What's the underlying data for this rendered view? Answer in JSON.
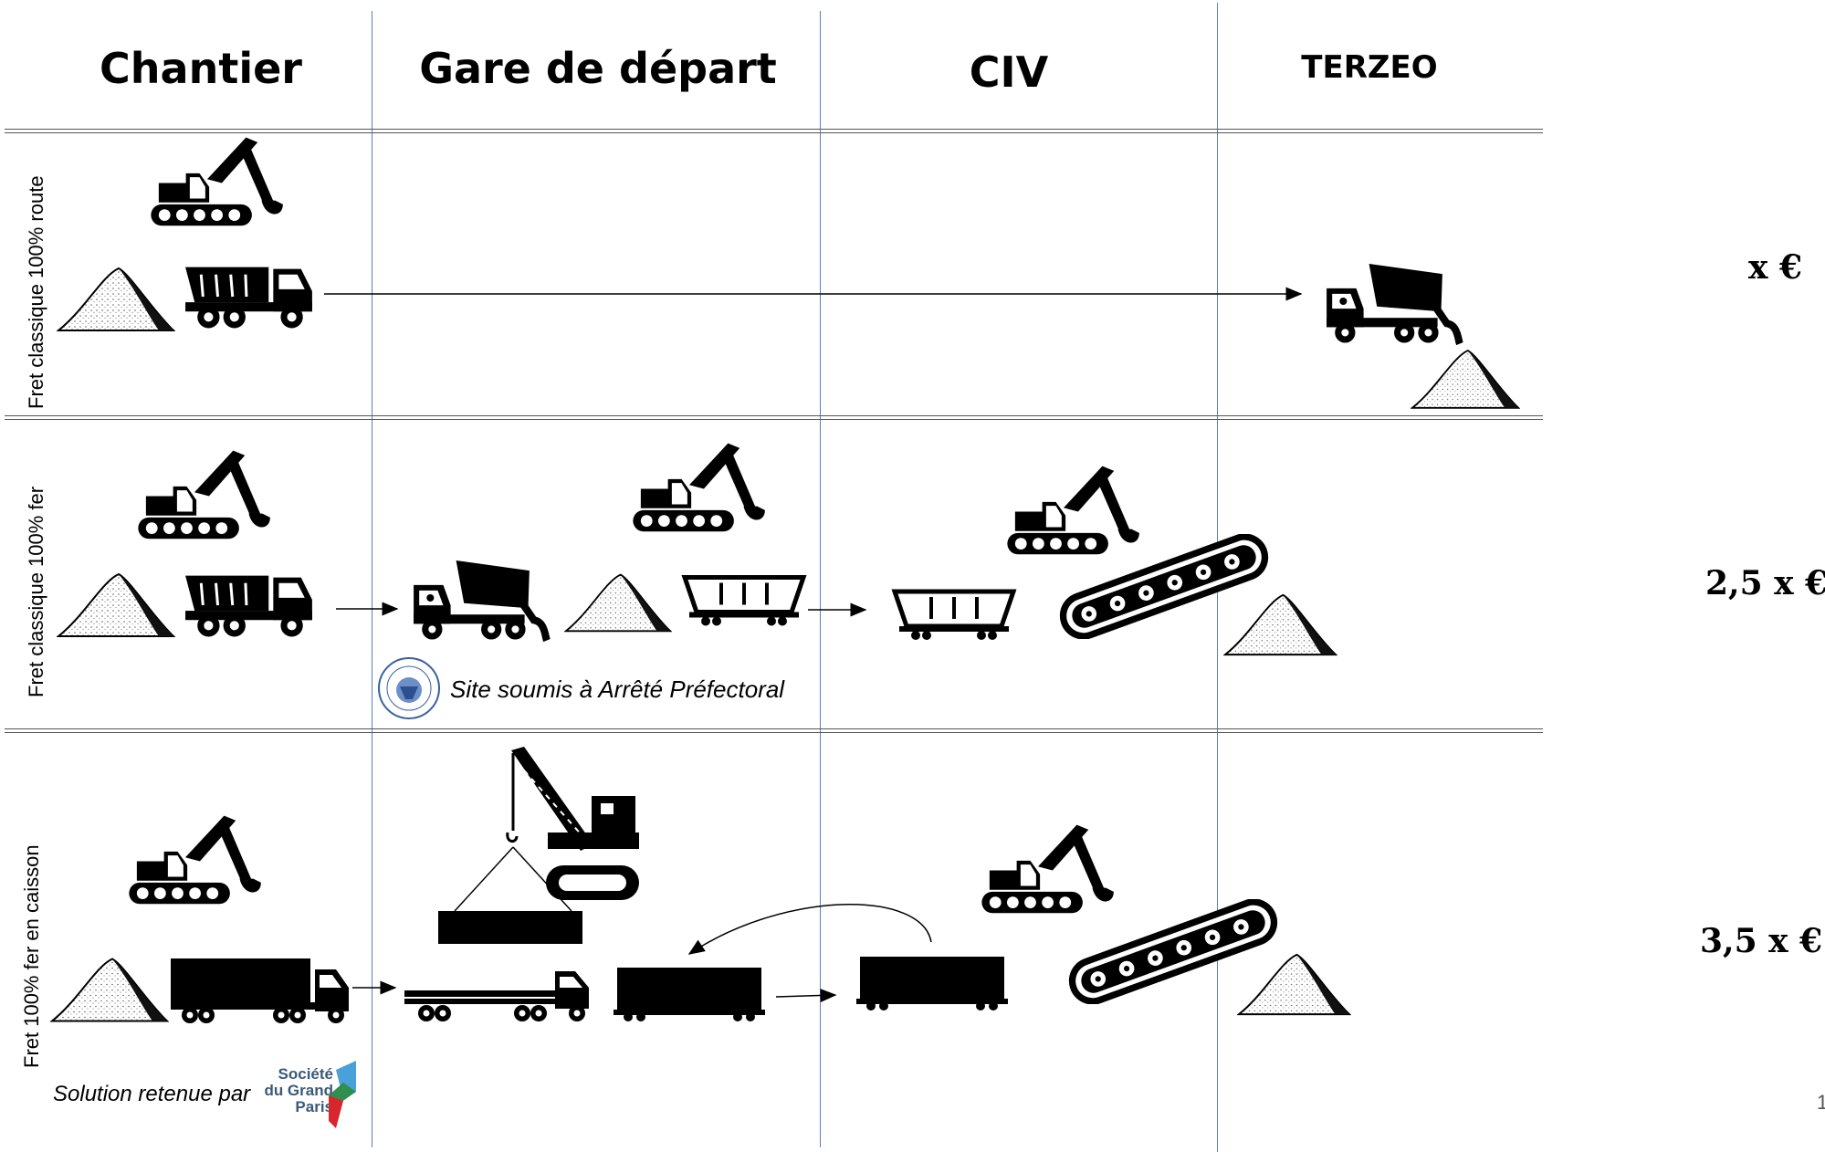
{
  "columns": [
    "Chantier",
    "Gare de départ",
    "CIV",
    "TERZEO"
  ],
  "rows": [
    {
      "label": "Fret classique 100% route",
      "price": "x €"
    },
    {
      "label": "Fret classique 100% fer",
      "price": "2,5 x €"
    },
    {
      "label": "Fret 100% fer en caisson",
      "price": "3,5 x  €"
    }
  ],
  "notes": {
    "prefectoral": "Site soumis à Arrêté Préfectoral",
    "retained": "Solution retenue par",
    "sgp_logo": [
      "Société",
      "du Grand",
      "Paris"
    ]
  },
  "page_number": "1",
  "icons": [
    "excavator-icon",
    "dump-truck-icon",
    "gravel-pile-icon",
    "tipping-truck-icon",
    "hopper-wagon-icon",
    "conveyor-belt-icon",
    "crane-icon",
    "container-truck-icon",
    "flatbed-truck-icon",
    "container-wagon-icon",
    "prefecture-seal-icon",
    "sgp-logo-icon"
  ]
}
